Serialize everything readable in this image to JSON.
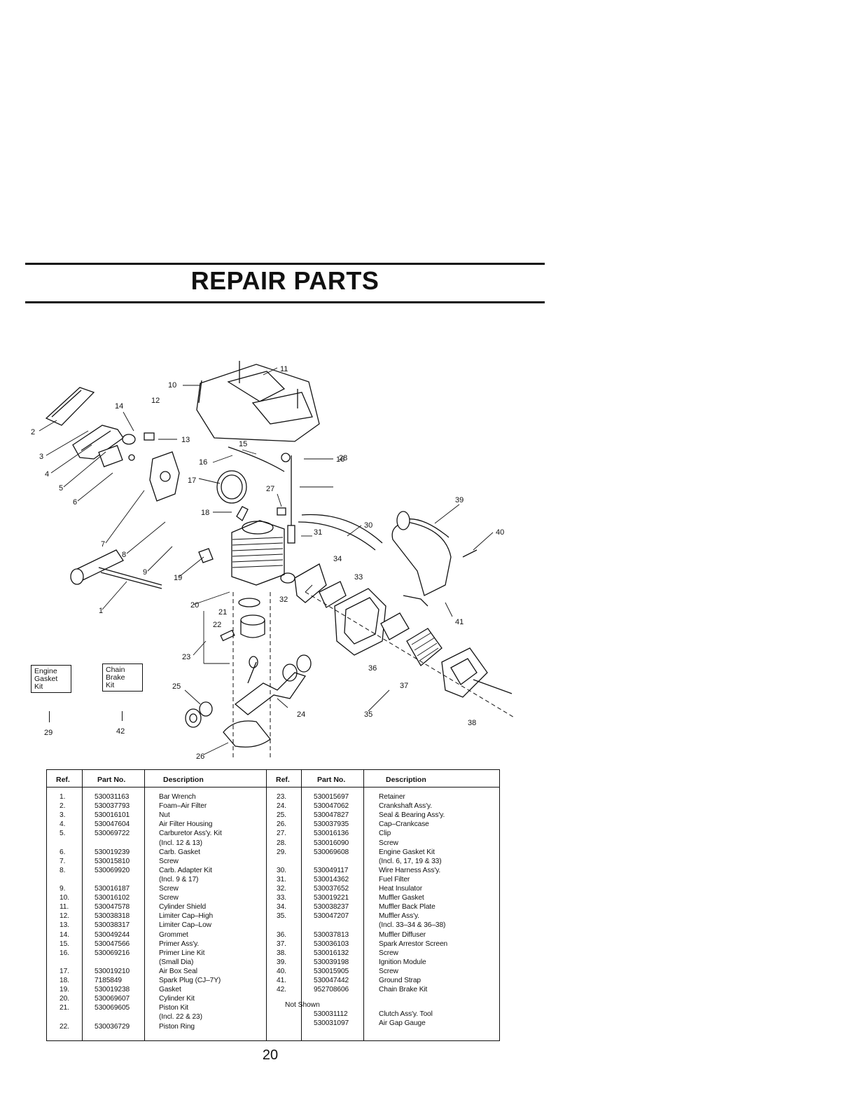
{
  "title": "REPAIR PARTS",
  "page_number": "20",
  "kits": [
    {
      "label": "Engine Gasket Kit",
      "lines": [
        "Engine",
        "Gasket",
        "Kit"
      ],
      "ref": "29"
    },
    {
      "label": "Chain Brake Kit",
      "lines": [
        "Chain",
        "Brake",
        "Kit"
      ],
      "ref": "42"
    }
  ],
  "callouts": [
    "1",
    "2",
    "3",
    "4",
    "5",
    "6",
    "7",
    "8",
    "9",
    "10",
    "11",
    "12",
    "13",
    "14",
    "15",
    "16",
    "16",
    "17",
    "18",
    "19",
    "20",
    "21",
    "22",
    "23",
    "24",
    "25",
    "26",
    "27",
    "28",
    "30",
    "31",
    "32",
    "33",
    "34",
    "35",
    "36",
    "37",
    "38",
    "39",
    "40",
    "41"
  ],
  "table": {
    "headers": {
      "ref": "Ref.",
      "part_no": "Part No.",
      "description": "Description"
    },
    "left": [
      {
        "ref": "1.",
        "part": "530031163",
        "desc": "Bar Wrench"
      },
      {
        "ref": "2.",
        "part": "530037793",
        "desc": "Foam–Air Filter"
      },
      {
        "ref": "3.",
        "part": "530016101",
        "desc": "Nut"
      },
      {
        "ref": "4.",
        "part": "530047604",
        "desc": "Air Filter Housing"
      },
      {
        "ref": "5.",
        "part": "530069722",
        "desc": "Carburetor Ass'y. Kit"
      },
      {
        "ref": "",
        "part": "",
        "desc": "(Incl. 12 & 13)"
      },
      {
        "ref": "6.",
        "part": "530019239",
        "desc": "Carb. Gasket"
      },
      {
        "ref": "7.",
        "part": "530015810",
        "desc": "Screw"
      },
      {
        "ref": "8.",
        "part": "530069920",
        "desc": "Carb. Adapter Kit"
      },
      {
        "ref": "",
        "part": "",
        "desc": "(Incl. 9 & 17)"
      },
      {
        "ref": "9.",
        "part": "530016187",
        "desc": "Screw"
      },
      {
        "ref": "10.",
        "part": "530016102",
        "desc": "Screw"
      },
      {
        "ref": "11.",
        "part": "530047578",
        "desc": "Cylinder Shield"
      },
      {
        "ref": "12.",
        "part": "530038318",
        "desc": "Limiter Cap–High"
      },
      {
        "ref": "13.",
        "part": "530038317",
        "desc": "Limiter Cap–Low"
      },
      {
        "ref": "14.",
        "part": "530049244",
        "desc": "Grommet"
      },
      {
        "ref": "15.",
        "part": "530047566",
        "desc": "Primer Ass'y."
      },
      {
        "ref": "16.",
        "part": "530069216",
        "desc": "Primer Line Kit"
      },
      {
        "ref": "",
        "part": "",
        "desc": "(Small Dia)"
      },
      {
        "ref": "17.",
        "part": "530019210",
        "desc": "Air Box Seal"
      },
      {
        "ref": "18.",
        "part": "7185849",
        "desc": "Spark Plug (CJ–7Y)"
      },
      {
        "ref": "19.",
        "part": "530019238",
        "desc": "Gasket"
      },
      {
        "ref": "20.",
        "part": "530069607",
        "desc": "Cylinder Kit"
      },
      {
        "ref": "21.",
        "part": "530069605",
        "desc": "Piston Kit"
      },
      {
        "ref": "",
        "part": "",
        "desc": "(Incl. 22 & 23)"
      },
      {
        "ref": "22.",
        "part": "530036729",
        "desc": "Piston Ring"
      }
    ],
    "right": [
      {
        "ref": "23.",
        "part": "530015697",
        "desc": "Retainer"
      },
      {
        "ref": "24.",
        "part": "530047062",
        "desc": "Crankshaft Ass'y."
      },
      {
        "ref": "25.",
        "part": "530047827",
        "desc": "Seal & Bearing Ass'y."
      },
      {
        "ref": "26.",
        "part": "530037935",
        "desc": "Cap–Crankcase"
      },
      {
        "ref": "27.",
        "part": "530016136",
        "desc": "Clip"
      },
      {
        "ref": "28.",
        "part": "530016090",
        "desc": "Screw"
      },
      {
        "ref": "29.",
        "part": "530069608",
        "desc": "Engine Gasket Kit"
      },
      {
        "ref": "",
        "part": "",
        "desc": "(Incl. 6, 17, 19 & 33)"
      },
      {
        "ref": "30.",
        "part": "530049117",
        "desc": "Wire Harness Ass'y."
      },
      {
        "ref": "31.",
        "part": "530014362",
        "desc": "Fuel Filter"
      },
      {
        "ref": "32.",
        "part": "530037652",
        "desc": "Heat Insulator"
      },
      {
        "ref": "33.",
        "part": "530019221",
        "desc": "Muffler Gasket"
      },
      {
        "ref": "34.",
        "part": "530038237",
        "desc": "Muffler Back Plate"
      },
      {
        "ref": "35.",
        "part": "530047207",
        "desc": "Muffler Ass'y."
      },
      {
        "ref": "",
        "part": "",
        "desc": "(Incl. 33–34 & 36–38)"
      },
      {
        "ref": "36.",
        "part": "530037813",
        "desc": "Muffler Diffuser"
      },
      {
        "ref": "37.",
        "part": "530036103",
        "desc": "Spark Arrestor Screen"
      },
      {
        "ref": "38.",
        "part": "530016132",
        "desc": "Screw"
      },
      {
        "ref": "39.",
        "part": "530039198",
        "desc": "Ignition Module"
      },
      {
        "ref": "40.",
        "part": "530015905",
        "desc": "Screw"
      },
      {
        "ref": "41.",
        "part": "530047442",
        "desc": "Ground Strap"
      },
      {
        "ref": "42.",
        "part": "952708606",
        "desc": "Chain Brake Kit"
      }
    ],
    "not_shown_label": "Not Shown",
    "not_shown": [
      {
        "part": "530031112",
        "desc": "Clutch Ass'y. Tool"
      },
      {
        "part": "530031097",
        "desc": "Air Gap Gauge"
      }
    ]
  }
}
